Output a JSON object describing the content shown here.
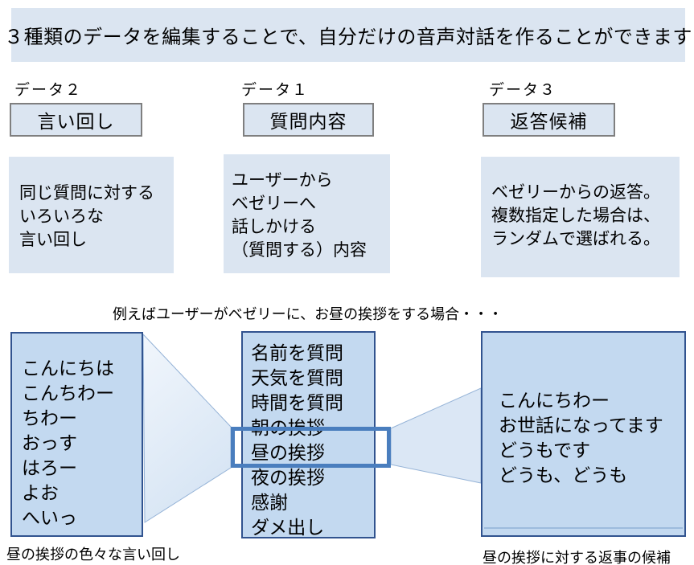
{
  "title": "３種類のデータを編集することで、自分だけの音声対話を作ることができます",
  "columns": [
    {
      "label": "データ２",
      "tag": "言い回し",
      "desc_lines": [
        "同じ質問に対する",
        "いろいろな",
        "言い回し"
      ]
    },
    {
      "label": "データ１",
      "tag": "質問内容",
      "desc_lines": [
        "ユーザーから",
        "ベゼリーへ",
        "話しかける",
        "（質問する）内容"
      ]
    },
    {
      "label": "データ３",
      "tag": "返答候補",
      "desc_lines": [
        "ベゼリーからの返答。",
        "複数指定した場合は、",
        "ランダムで選ばれる。"
      ]
    }
  ],
  "example": {
    "caption": "例えばユーザーがベゼリーに、お昼の挨拶をする場合・・・",
    "phrases": [
      "こんにちは",
      "こんちわー",
      "ちわー",
      "おっす",
      "はろー",
      "よお",
      "へいっ"
    ],
    "questions": [
      "名前を質問",
      "天気を質問",
      "時間を質問",
      "朝の挨拶",
      "昼の挨拶",
      "夜の挨拶",
      "感謝",
      "ダメ出し"
    ],
    "highlighted_question": "昼の挨拶",
    "answers": [
      "こんにちわー",
      "お世話になってます",
      "どうもです",
      "どうも、どうも"
    ],
    "phrases_caption": "昼の挨拶の色々な言い回し",
    "answers_caption": "昼の挨拶に対する返事の候補"
  },
  "colors": {
    "panel_fill": "#DBE5F1",
    "list_fill": "#C3D9F0",
    "list_border": "#31538F",
    "tag_border": "#7F7F7F",
    "highlight_border": "#4A7EBE",
    "connector_stroke": "#95B3D7",
    "text": "#000000"
  }
}
